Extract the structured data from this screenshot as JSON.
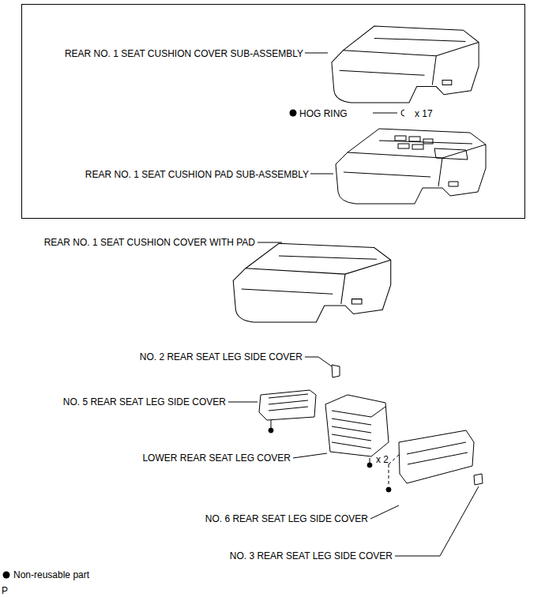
{
  "diagram": {
    "nodes": [
      {
        "text": [
          "REAR NO. 1 SEAT CUSHION COVER SUB-ASSEMBLY",
          "HOG RING",
          "x 17",
          "REAR NO. 1 SEAT CUSHION PAD SUB-ASSEMBLY"
        ]
      }
    ],
    "labels": [
      "REAR NO. 1 SEAT CUSHION COVER WITH PAD",
      "NO. 2 REAR SEAT LEG SIDE COVER",
      "NO. 5 REAR SEAT LEG SIDE COVER",
      "LOWER REAR SEAT LEG COVER",
      "x 2",
      "NO. 6 REAR SEAT LEG SIDE COVER",
      "NO. 3 REAR SEAT LEG SIDE COVER",
      "P"
    ],
    "legend": [
      {
        "text": "Non-reusable part"
      }
    ]
  }
}
